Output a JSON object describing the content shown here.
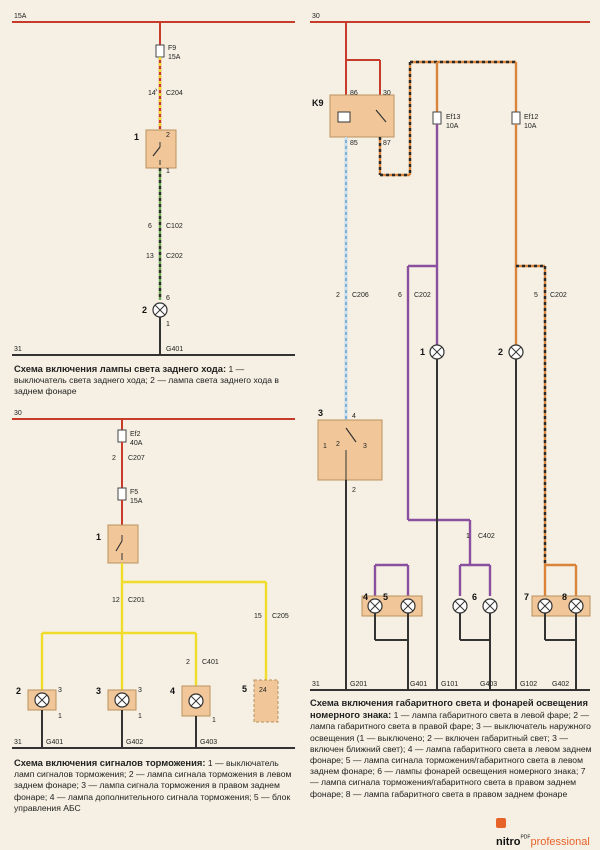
{
  "diagram1": {
    "top_bus": "15A",
    "fuse_name": "F9",
    "fuse_rating": "15A",
    "pin_14": "14",
    "conn_c204": "C204",
    "switch_id": "1",
    "pin_2": "2",
    "pin_1": "1",
    "pin_6": "6",
    "conn_c102": "C102",
    "pin_13": "13",
    "conn_c202": "C202",
    "lamp_id": "2",
    "lamp_pin": "6",
    "lamp_pin_bottom": "1",
    "ground_bus": "31",
    "ground_node": "G401",
    "caption_title": "Схема включения лампы света заднего хода:",
    "caption_body": " 1 — выключатель света заднего хода; 2 — лампа света заднего хода в заднем фонаре"
  },
  "diagram2": {
    "top_bus": "30",
    "ef2_name": "Ef2",
    "ef2_rating": "40A",
    "pin_2": "2",
    "conn_c207": "C207",
    "f5_name": "F5",
    "f5_rating": "15A",
    "switch_id": "1",
    "pin_12": "12",
    "conn_c201": "C201",
    "pin_15": "15",
    "conn_c205": "C205",
    "pin_c401": "2",
    "conn_c401": "C401",
    "labels": [
      "2",
      "3",
      "4",
      "5"
    ],
    "pin_3a": "3",
    "pin_3b": "3",
    "pin_1a": "1",
    "pin_1b": "1",
    "pin_1c": "1",
    "pin_24": "24",
    "ground_bus": "31",
    "ground_nodes": [
      "G401",
      "G402",
      "G403"
    ],
    "caption_title": "Схема включения сигналов торможения:",
    "caption_body": " 1 — выключатель ламп сигналов торможения; 2 — лампа сигнала торможения в левом заднем фонаре; 3 — лампа сигнала торможения в правом заднем фонаре; 4 — лампа дополнительного сигнала торможения; 5 — блок управления АБС"
  },
  "diagram3": {
    "top_bus": "30",
    "relay_id": "K9",
    "relay_pins": [
      "86",
      "30",
      "85",
      "87"
    ],
    "ef13_name": "Ef13",
    "ef13_rating": "10A",
    "ef12_name": "Ef12",
    "ef12_rating": "10A",
    "pin_2": "2",
    "conn_c206": "C206",
    "pin_6": "6",
    "conn_c202a": "C202",
    "pin_5": "5",
    "conn_c202b": "C202",
    "lamp1": "1",
    "lamp2": "2",
    "switch_id": "3",
    "switch_pins": [
      "4",
      "2",
      "1",
      "3"
    ],
    "switch_bottom_pin": "2",
    "pin_c402": "1",
    "conn_c402": "C402",
    "lamps_bottom": [
      "4",
      "5",
      "6",
      "7",
      "8"
    ],
    "ground_bus": "31",
    "ground_nodes": [
      "G201",
      "G401",
      "G101",
      "G403",
      "G102",
      "G402"
    ],
    "caption_title": "Схема включения габаритного света и фонарей освещения номерного знака:",
    "caption_body": " 1 — лампа габаритного света в левой фаре; 2 — лампа габаритного света в правой фаре; 3 — выключатель наружного освещения (1 — выключено; 2 — включен габаритный свет; 3 — включен ближний свет); 4 — лампа габаритного света в левом заднем фонаре; 5 — лампа сигнала торможения/габаритного света в левом заднем фонаре; 6 — лампы фонарей освещения номерного знака; 7 — лампа сигнала торможения/габаритного света в правом заднем фонаре; 8 — лампа габаритного света в правом заднем фонаре"
  },
  "watermark": {
    "brand": "nitro",
    "pdf": "PDF",
    "suffix": "professional"
  },
  "colors": {
    "red": "#d23a26",
    "yellow": "#f0dc2a",
    "green": "#6aa84f",
    "blue": "#7fb2d9",
    "purple": "#8b4f9f",
    "orange": "#d9843a",
    "dark": "#333333",
    "block": "#f1c79a"
  }
}
